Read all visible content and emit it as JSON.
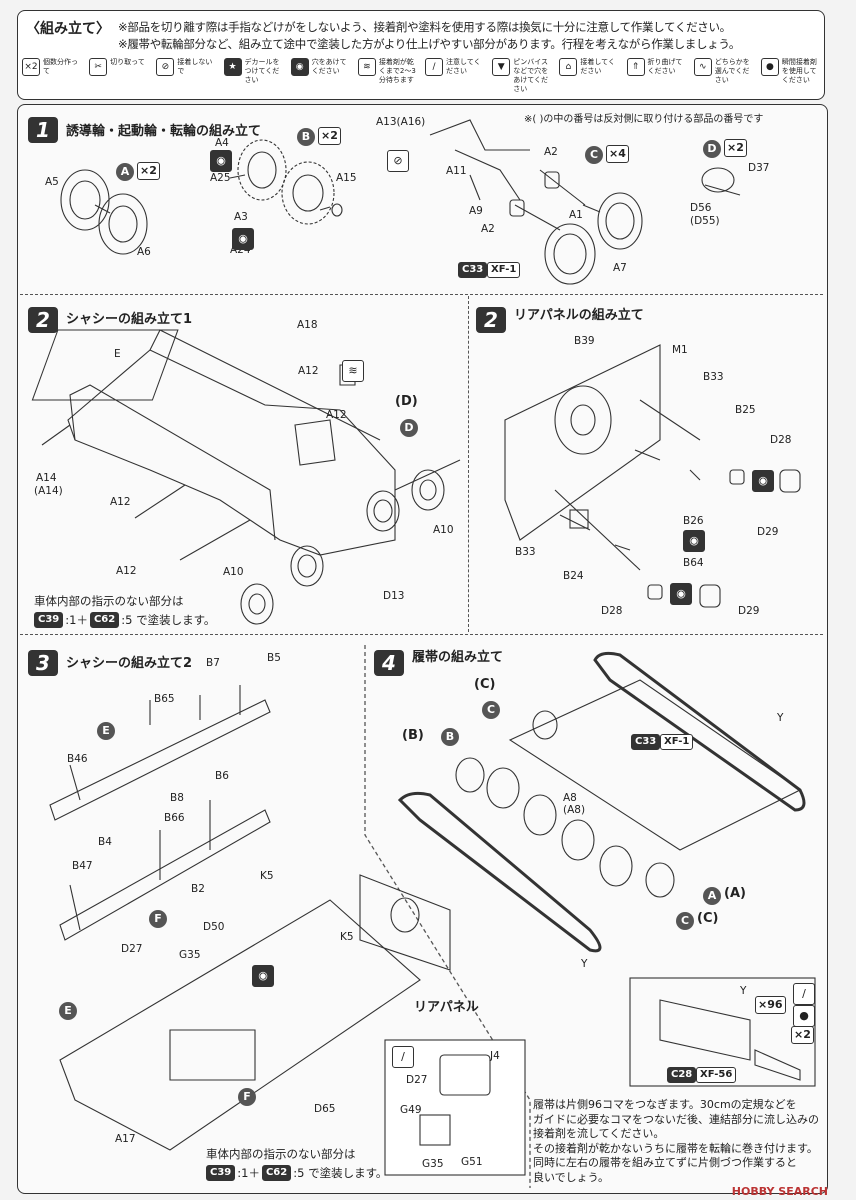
{
  "header": {
    "title": "〈組み立て〉",
    "notes": [
      "※部品を切り離す際は手指などけがをしないよう、接着剤や塗料を使用する際は換気に十分に注意して作業してください。",
      "※履帯や転輪部分など、組み立て途中で塗装した方がより仕上げやすい部分があります。行程を考えながら作業しましょう。"
    ],
    "legend": [
      {
        "icon": "×2",
        "text": "個数分作って"
      },
      {
        "icon": "✂",
        "text": "切り取って"
      },
      {
        "icon": "⊘",
        "text": "接着しないで"
      },
      {
        "icon": "★",
        "text": "デカールをつけてください"
      },
      {
        "icon": "◉",
        "text": "穴をあけてください"
      },
      {
        "icon": "≋",
        "text": "接着剤が乾くまで2〜3分待ちます"
      },
      {
        "icon": "∕",
        "text": "注意してください"
      },
      {
        "icon": "▼",
        "text": "ピンバイスなどで穴をあけてください"
      },
      {
        "icon": "⌂",
        "text": "接着してください"
      },
      {
        "icon": "⇑",
        "text": "折り曲げてください"
      },
      {
        "icon": "∿",
        "text": "どちらかを選んでください"
      },
      {
        "icon": "●",
        "text": "瞬間接着剤を使用してください"
      }
    ]
  },
  "step1": {
    "num": "1",
    "title": "誘導輪・起動輪・転輪の組み立て",
    "note": "※(  )の中の番号は反対側に取り付ける部品の番号です",
    "labels": [
      "A5",
      "A6",
      "A4",
      "A25",
      "A3",
      "A24",
      "A15",
      "A13(A16)",
      "A11",
      "A9",
      "A2",
      "A2",
      "A1",
      "A7",
      "D37",
      "D56",
      "(D55)"
    ],
    "badges": [
      {
        "letter": "A",
        "mult": "×2"
      },
      {
        "letter": "B",
        "mult": "×2"
      },
      {
        "letter": "C",
        "mult": "×4"
      },
      {
        "letter": "D",
        "mult": "×2"
      }
    ],
    "paint": [
      "C33",
      "XF-1"
    ]
  },
  "step2a": {
    "num": "2",
    "title": "シャシーの組み立て1",
    "labels": [
      "E",
      "A18",
      "A12",
      "A12",
      "A14",
      "(A14)",
      "A12",
      "A12",
      "A10",
      "A10",
      "D13",
      "(D)",
      "D"
    ],
    "note1": "車体内部の指示のない部分は",
    "note2_a": "C39",
    "note2_b": ":1＋",
    "note2_c": "C62",
    "note2_d": ":5  で塗装します。"
  },
  "step2b": {
    "num": "2",
    "title": "リアパネルの組み立て",
    "labels": [
      "B39",
      "M1",
      "B33",
      "B25",
      "D28",
      "D29",
      "B26",
      "B64",
      "B33",
      "B24",
      "D28",
      "D29"
    ]
  },
  "step3": {
    "num": "3",
    "title": "シャシーの組み立て2",
    "labels": [
      "B7",
      "B5",
      "B65",
      "B46",
      "B4",
      "B6",
      "B8",
      "B66",
      "B47",
      "B2",
      "K5",
      "K5",
      "D50",
      "G35",
      "D27",
      "A17",
      "D65",
      "J4",
      "D27",
      "G49",
      "G35",
      "G51"
    ],
    "letters": [
      "E",
      "F",
      "E",
      "F"
    ],
    "rear_panel": "リアパネル",
    "note1": "車体内部の指示のない部分は",
    "note2_a": "C39",
    "note2_b": ":1＋",
    "note2_c": "C62",
    "note2_d": ":5  で塗装します。"
  },
  "step4": {
    "num": "4",
    "title": "履帯の組み立て",
    "labels": [
      "Y",
      "Y",
      "Y",
      "A8",
      "(A8)"
    ],
    "badges": [
      "(C)",
      "C",
      "(B)",
      "B",
      "A",
      "(A)",
      "C",
      "(C)"
    ],
    "paint1": [
      "C33",
      "XF-1"
    ],
    "paint2": [
      "C28",
      "XF-56"
    ],
    "mult": "×96",
    "mult2": "×2",
    "note": [
      "履帯は片側96コマをつなぎます。30cmの定規などを",
      "ガイドに必要なコマをつないだ後、連結部分に流し込みの",
      "接着剤を流してください。",
      "その接着剤が乾かないうちに履帯を転輪に巻き付けます。",
      "同時に左右の履帯を組み立てずに片側づつ作業すると",
      "良いでしょう。"
    ]
  },
  "watermark": "HOBBY SEARCH"
}
